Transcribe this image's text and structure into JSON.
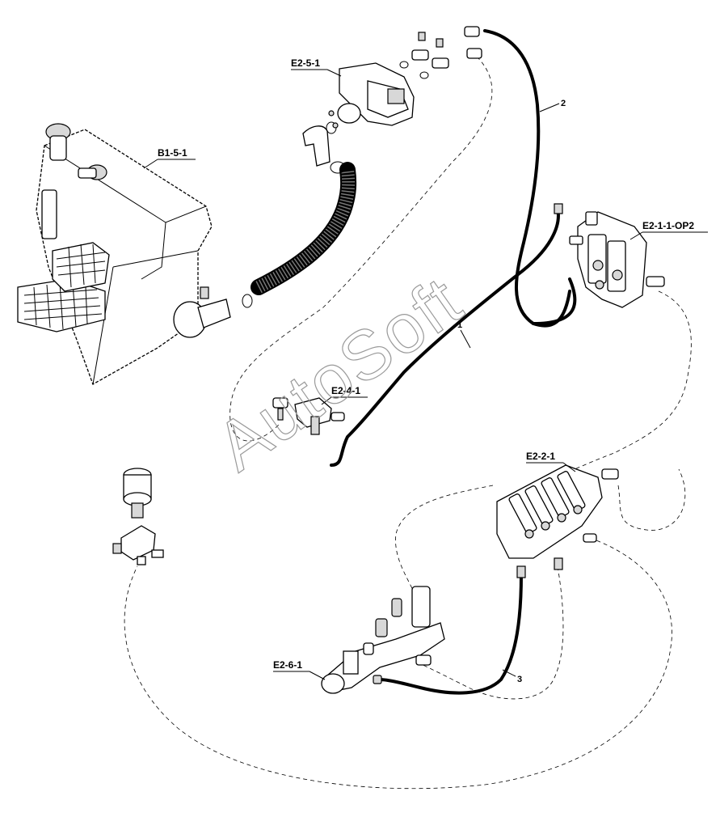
{
  "labels": {
    "tank": "B1-5-1",
    "pump": "E2-5-1",
    "valve_top": "E2-1-1-OP2",
    "valve_mid": "E2-4-1",
    "valve_bottom": "E2-2-1",
    "manifold": "E2-6-1"
  },
  "hose_numbers": {
    "hose1": "1",
    "hose2": "2",
    "hose3": "3"
  },
  "watermark": "AutoSoft"
}
